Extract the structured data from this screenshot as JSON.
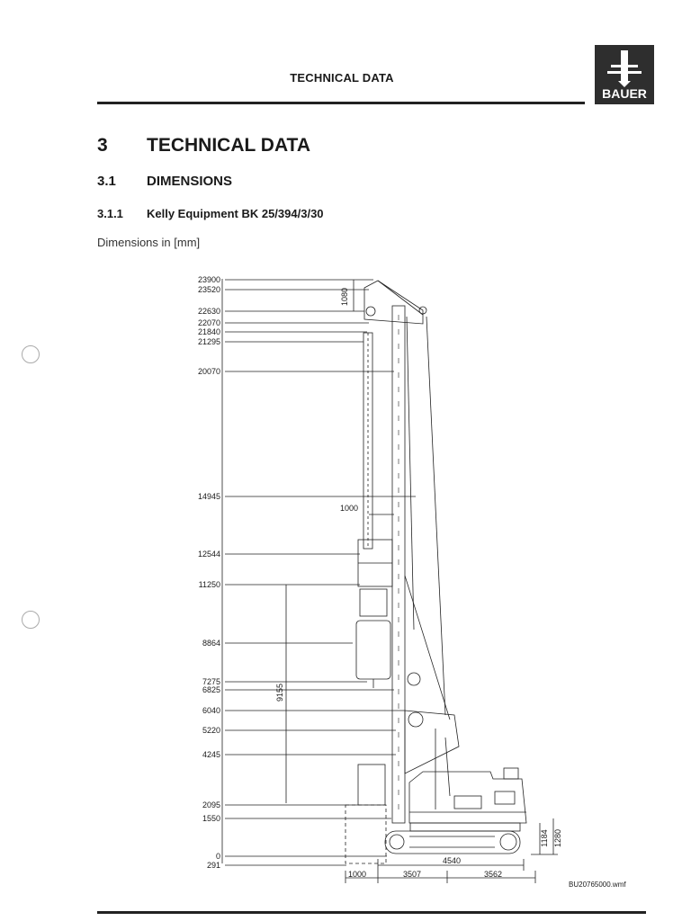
{
  "header": {
    "title": "TECHNICAL DATA",
    "logo_text": "BAUER"
  },
  "section": {
    "number": "3",
    "title": "TECHNICAL DATA",
    "sub_number": "3.1",
    "sub_title": "DIMENSIONS",
    "subsub_number": "3.1.1",
    "subsub_title": "Kelly Equipment BK 25/394/3/30",
    "units_note": "Dimensions in [mm]"
  },
  "drawing": {
    "height_labels": [
      "23900",
      "23520",
      "22630",
      "22070",
      "21840",
      "21295",
      "20070",
      "14945",
      "12544",
      "11250",
      "8864",
      "7275",
      "6825",
      "6040",
      "5220",
      "4245",
      "2095",
      "1550",
      "0",
      "291"
    ],
    "dim_1080": "1080",
    "dim_1000_top": "1000",
    "dim_9155": "9155",
    "dim_1184": "1184",
    "dim_1280": "1280",
    "dim_4540": "4540",
    "dim_1000_bottom": "1000",
    "dim_3507": "3507",
    "dim_3562": "3562"
  },
  "file_ref": "BU20765000.wmf"
}
